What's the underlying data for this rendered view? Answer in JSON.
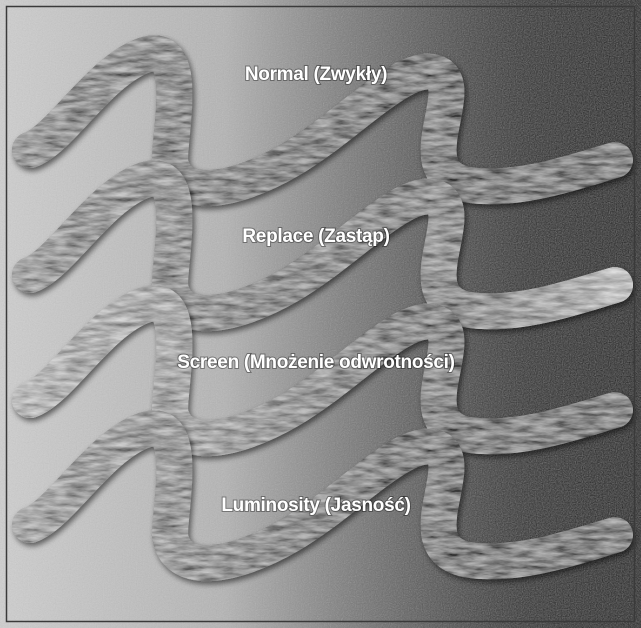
{
  "image": {
    "description_colors": {
      "background_light": "#cfcfcf",
      "background_dark": "#0c0c0c",
      "frame": "#3a3a3a"
    },
    "strokes": [
      {
        "label": "Normal (Zwykły)"
      },
      {
        "label": "Replace (Zastąp)"
      },
      {
        "label": "Screen (Mnożenie odwrotności)"
      },
      {
        "label": "Luminosity (Jasność)"
      }
    ]
  }
}
